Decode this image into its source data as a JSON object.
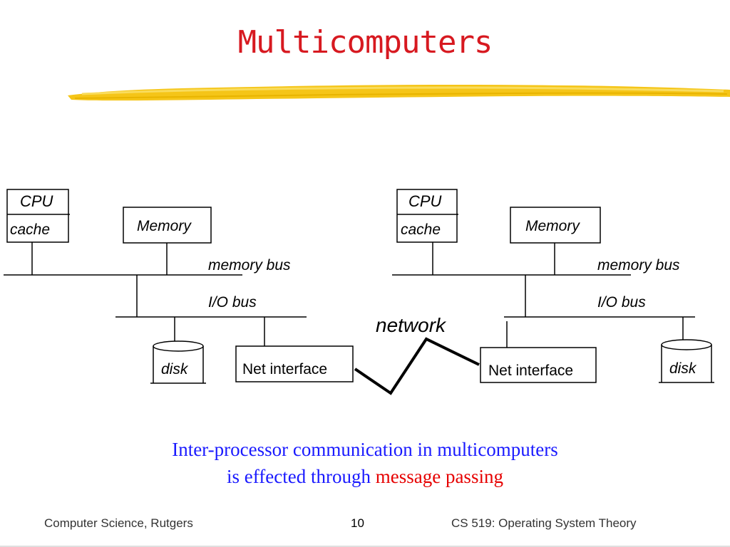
{
  "slide": {
    "title": "Multicomputers",
    "accent_color": "#d71920",
    "highlight_color": "#f5c518"
  },
  "diagram": {
    "left_node": {
      "cpu_label": "CPU",
      "cache_label": "cache",
      "memory_label": "Memory",
      "memory_bus_label": "memory bus",
      "io_bus_label": "I/O bus",
      "disk_label": "disk",
      "net_interface_label": "Net interface"
    },
    "right_node": {
      "cpu_label": "CPU",
      "cache_label": "cache",
      "memory_label": "Memory",
      "memory_bus_label": "memory bus",
      "io_bus_label": "I/O bus",
      "disk_label": "disk",
      "net_interface_label": "Net interface"
    },
    "network_label": "network"
  },
  "caption": {
    "line1": "Inter-processor communication in multicomputers",
    "line2_prefix": "is effected through ",
    "line2_highlight": "message passing",
    "text_color": "#1a1aff",
    "highlight_color": "#e60000"
  },
  "footer": {
    "left": "Computer Science, Rutgers",
    "page_number": "10",
    "right": "CS 519: Operating System Theory"
  }
}
